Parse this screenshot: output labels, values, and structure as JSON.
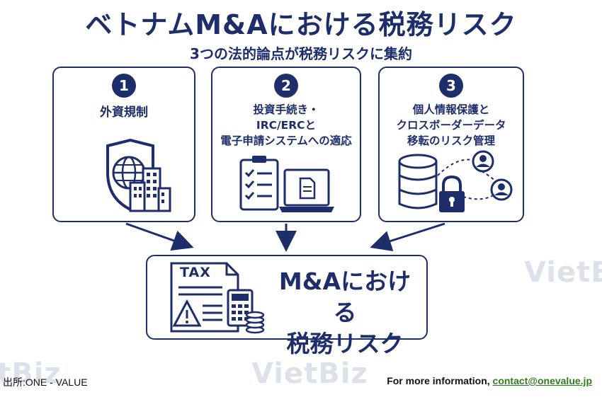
{
  "header": {
    "title": "ベトナムM&Aにおける税務リスク",
    "subtitle": "3つの法的論点が税務リスクに集約"
  },
  "cards": [
    {
      "number": "1",
      "text": "外資規制"
    },
    {
      "number": "2",
      "text": "投資手続き・\nIRC/ERCと\n電子申請システムへの適応"
    },
    {
      "number": "3",
      "text": "個人情報保護と\nクロスボーダーデータ\n移転のリスク管理"
    }
  ],
  "result": {
    "tax_label": "TAX",
    "text": "M&Aにおける\n税務リスク"
  },
  "watermark": "VietBiz",
  "footer": {
    "source": "出所:ONE - VALUE",
    "more_info": "For more information,",
    "email": "contact@onevalue.jp"
  },
  "colors": {
    "navy": "#1d2e6b",
    "link_green": "#2e7d1f"
  }
}
